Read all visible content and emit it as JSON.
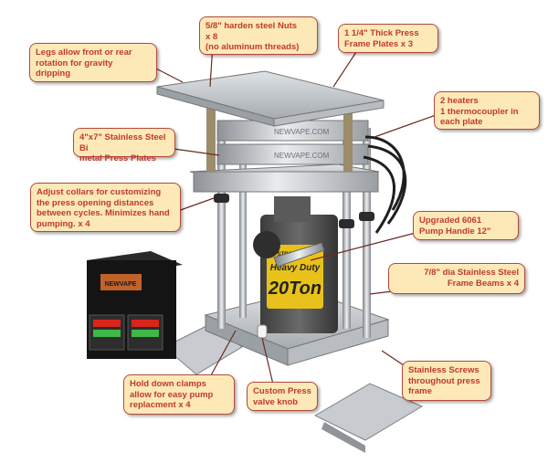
{
  "callouts": {
    "legs": [
      "Legs allow front or rear",
      "rotation for gravity",
      "dripping"
    ],
    "nuts": [
      "5/8\" harden steel Nuts",
      "x 8",
      "(no aluminum threads)"
    ],
    "frame_plates": [
      "1  1/4\"  Thick Press",
      "Frame Plates  x 3"
    ],
    "heaters": [
      "2 heaters",
      "1 thermocoupler in",
      "each plate"
    ],
    "press_plates": [
      "4\"x7\" Stainless Steel Bi",
      "metal Press Plates"
    ],
    "collars": [
      "Adjust collars for customizing",
      "the press opening distances",
      "between cycles. Minimizes hand",
      "pumping.  x 4"
    ],
    "pump_handle": [
      "Upgraded 6061",
      "Pump Handle 12\""
    ],
    "frame_beams": [
      "7/8\" dia Stainless Steel",
      "Frame Beams x 4"
    ],
    "clamps": [
      "Hold down clamps",
      "allow for easy pump",
      "replacment  x 4"
    ],
    "valve_knob": [
      "Custom Press",
      "valve knob"
    ],
    "screws": [
      "Stainless Screws",
      "throughout press",
      "frame"
    ]
  },
  "product_marks": {
    "plate_brand": "NEWVAPE.COM",
    "jack_brand": "STRONGWAY",
    "jack_model": "Heavy Duty",
    "jack_capacity": "20Ton",
    "controller_brand": "NEWVAPE"
  },
  "colors": {
    "callout_fill": "#fde9b8",
    "callout_text": "#c0392b",
    "callout_border": "#b34a3c",
    "jack_yellow": "#e8c21a"
  }
}
